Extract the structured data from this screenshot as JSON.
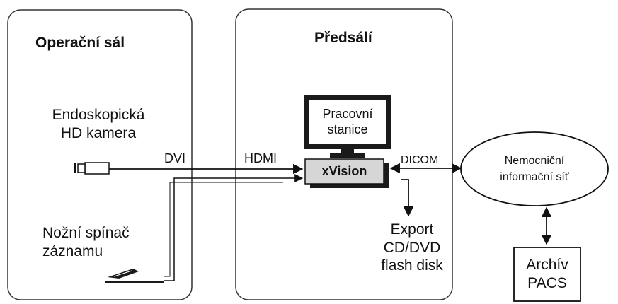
{
  "zones": {
    "operating_room": "Operační sál",
    "anteroom": "Předsálí"
  },
  "camera": {
    "line1": "Endoskopická",
    "line2": "HD kamera"
  },
  "footswitch": {
    "line1": "Nožní spínač",
    "line2": "záznamu"
  },
  "workstation": {
    "line1": "Pracovní",
    "line2": "stanice"
  },
  "device": {
    "label": "xVision"
  },
  "connections": {
    "dvi": "DVI",
    "hdmi": "HDMI",
    "dicom": "DICOM"
  },
  "export": {
    "line1": "Export",
    "line2": "CD/DVD",
    "line3": "flash disk"
  },
  "network": {
    "line1": "Nemocniční",
    "line2": "informační síť"
  },
  "archive": {
    "line1": "Archív",
    "line2": "PACS"
  }
}
